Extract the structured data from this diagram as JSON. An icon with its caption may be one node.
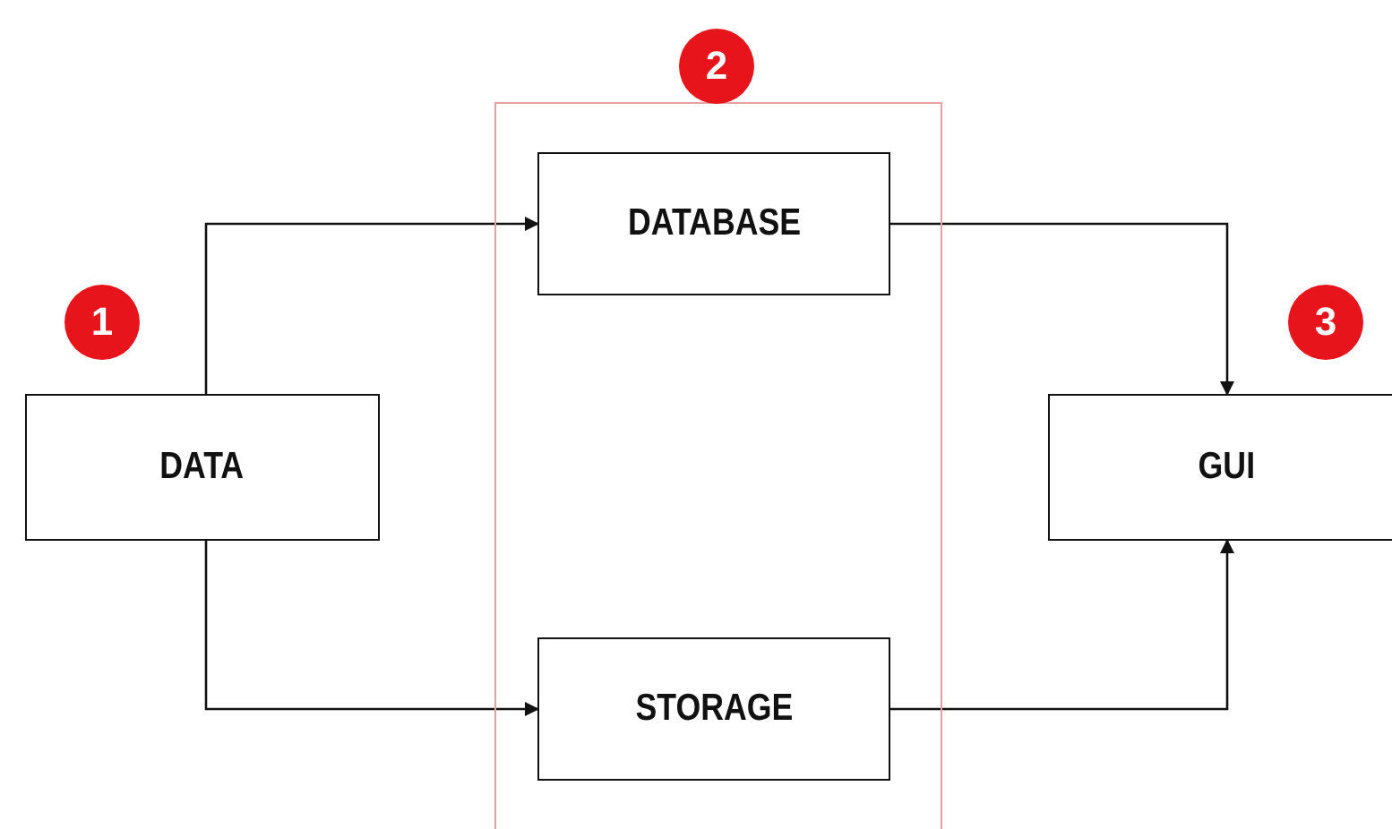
{
  "diagram": {
    "nodes": [
      {
        "text": [
          "DATA"
        ]
      },
      {
        "text": [],
        "shape": "box"
      },
      {
        "text": [
          "DATABASE"
        ],
        "in": 1
      },
      {
        "text": [
          "STORAGE"
        ],
        "in": 1
      },
      {
        "text": [
          "GUI"
        ]
      }
    ],
    "edges": [
      {
        "from": 0,
        "to": 2,
        "arrow": "to"
      },
      {
        "from": 0,
        "to": 3,
        "arrow": "to"
      },
      {
        "from": 2,
        "to": 4,
        "arrow": "to"
      },
      {
        "from": 3,
        "to": 4,
        "arrow": "to"
      }
    ],
    "labels": [
      "1",
      "2",
      "3"
    ]
  }
}
